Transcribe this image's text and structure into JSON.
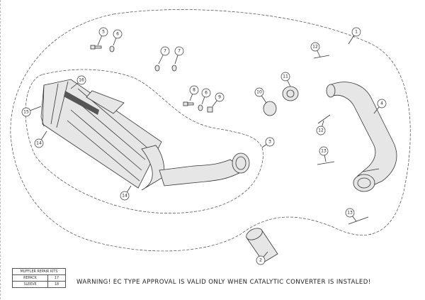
{
  "diagram": {
    "callouts": [
      "1",
      "2",
      "3",
      "4",
      "5",
      "6",
      "7",
      "7",
      "8",
      "6",
      "9",
      "10",
      "11",
      "12",
      "12",
      "13",
      "13",
      "14",
      "14",
      "15",
      "16"
    ]
  },
  "repair_kits": {
    "title": "MUFFLER REPAIR KITS",
    "rows": [
      {
        "label": "REPACK",
        "value": "17"
      },
      {
        "label": "SLEEVE",
        "value": "18"
      }
    ]
  },
  "warning": "WARNING! EC TYPE APPROVAL IS VALID ONLY WHEN CATALYTIC CONVERTER IS INSTALED!"
}
